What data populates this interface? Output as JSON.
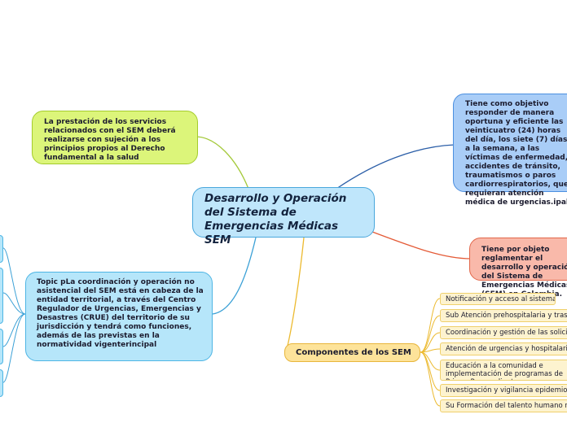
{
  "center": "Desarrollo y Operación del Sistema de Emergencias Médicas        SEM",
  "green_topic": "La prestación de los servicios relacionados con el SEM deberá realizarse con sujeción a los principios propios al Derecho fundamental a la salud",
  "blue_topic": "Tiene como objetivo responder de manera oportuna y eficiente las veinticuatro (24) horas del día, los siete (7) días a la semana, a las víctimas de enfermedad, accidentes de tránsito, traumatismos o paros cardiorrespiratorios, que requieran atención médica de urgencias.ipal",
  "red_topic": "Tiene por objeto reglamentar el desarrollo y operación del Sistema de Emergencias Médicas (SEM) en Colombia.",
  "cyan_topic": "Topic pLa coordinación y operación no asistencial del SEM está en cabeza de la entidad territorial, a través del Centro Regulador de Urgencias, Emergencias y Desastres (CRUE) del territorio de su jurisdicción y tendrá como funciones, además de las previstas en la normatividad vigenterincipal",
  "components": {
    "label": "Componentes de los SEM",
    "items": [
      "Notificación y acceso al sistema.",
      "Sub Atención prehospitalaria y traslado",
      "Coordinación y gestión de las solicitudes",
      "Atención de urgencias y hospitalaria.",
      "Educación a la comunidad e implementación de programas de Primer Respondiente.",
      "Investigación y vigilancia epidemiológica",
      "Su Formación del talento humano requerido"
    ]
  },
  "colors": {
    "green_link": "#a4c93a",
    "blue_link": "#2c5fa8",
    "red_link": "#e45a36",
    "cyan_link": "#3aa0d6",
    "yellow_link": "#ecba30"
  }
}
